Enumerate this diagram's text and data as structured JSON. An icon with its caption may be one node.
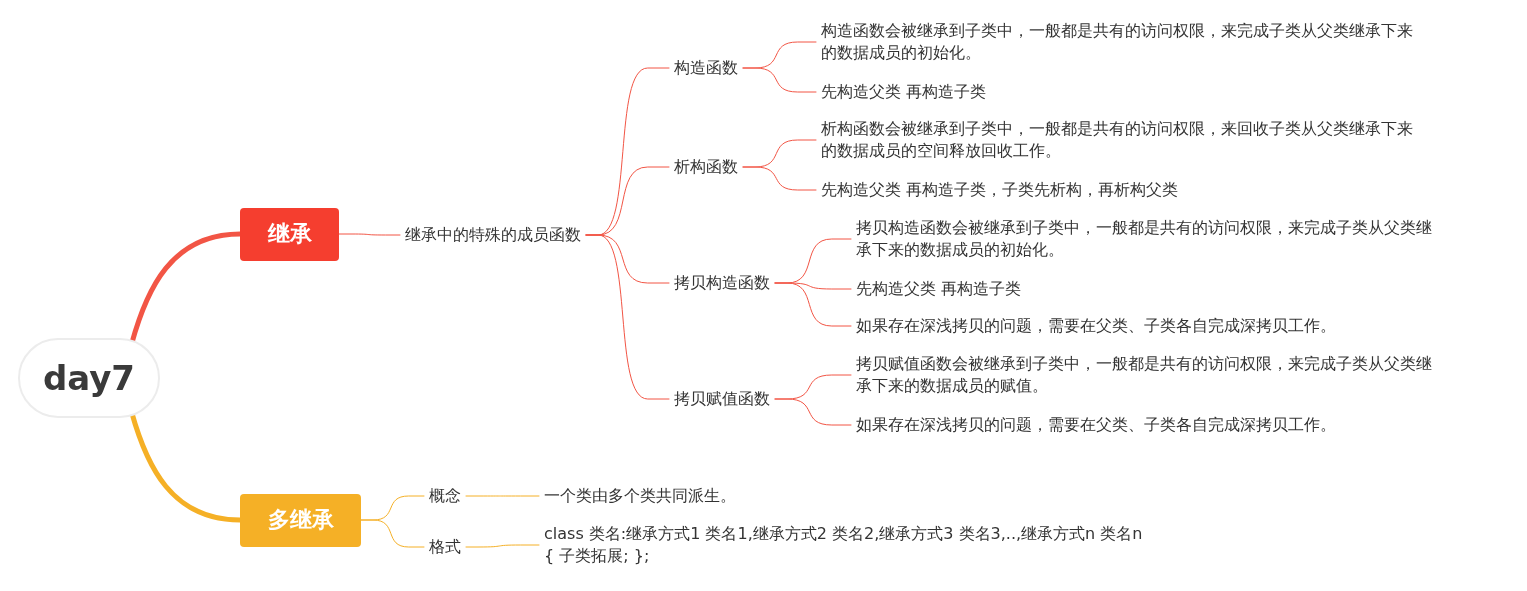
{
  "diagram": {
    "nodes": [
      {
        "text": [
          "day7"
        ]
      },
      {
        "text": [
          "继承"
        ]
      },
      {
        "text": [
          "继承中的特殊的成员函数"
        ]
      },
      {
        "text": [
          "构造函数"
        ]
      },
      {
        "text": [
          "构造函数会被继承到子类中，一般都是共有的访问权限，来完成子类从父类继承下来的数据成员的初始化。"
        ]
      },
      {
        "text": [
          "先构造父类 再构造子类"
        ]
      },
      {
        "text": [
          "析构函数"
        ]
      },
      {
        "text": [
          "析构函数会被继承到子类中，一般都是共有的访问权限，来回收子类从父类继承下来的数据成员的空间释放回收工作。"
        ]
      },
      {
        "text": [
          "先构造父类 再构造子类，子类先析构，再析构父类"
        ]
      },
      {
        "text": [
          "拷贝构造函数"
        ]
      },
      {
        "text": [
          "拷贝构造函数会被继承到子类中，一般都是共有的访问权限，来完成子类从父类继承下来的数据成员的初始化。"
        ]
      },
      {
        "text": [
          "先构造父类 再构造子类"
        ]
      },
      {
        "text": [
          "如果存在深浅拷贝的问题，需要在父类、子类各自完成深拷贝工作。"
        ]
      },
      {
        "text": [
          "拷贝赋值函数"
        ]
      },
      {
        "text": [
          "拷贝赋值函数会被继承到子类中，一般都是共有的访问权限，来完成子类从父类继承下来的数据成员的赋值。"
        ]
      },
      {
        "text": [
          "如果存在深浅拷贝的问题，需要在父类、子类各自完成深拷贝工作。"
        ]
      },
      {
        "text": [
          "多继承"
        ]
      },
      {
        "text": [
          "概念"
        ]
      },
      {
        "text": [
          "一个类由多个类共同派生。"
        ]
      },
      {
        "text": [
          "格式"
        ]
      },
      {
        "text": [
          "class 类名:继承方式1 类名1,继承方式2 类名2,继承方式3 类名3,..,继承方式n 类名n",
          "{ 子类拓展; };"
        ]
      }
    ],
    "edges": [
      {
        "from": 0,
        "to": 1,
        "arrow": "none",
        "style": "thick"
      },
      {
        "from": 1,
        "to": 2,
        "arrow": "none"
      },
      {
        "from": 2,
        "to": 3,
        "arrow": "none"
      },
      {
        "from": 2,
        "to": 6,
        "arrow": "none"
      },
      {
        "from": 2,
        "to": 9,
        "arrow": "none"
      },
      {
        "from": 2,
        "to": 13,
        "arrow": "none"
      },
      {
        "from": 3,
        "to": 4,
        "arrow": "none"
      },
      {
        "from": 3,
        "to": 5,
        "arrow": "none"
      },
      {
        "from": 6,
        "to": 7,
        "arrow": "none"
      },
      {
        "from": 6,
        "to": 8,
        "arrow": "none"
      },
      {
        "from": 9,
        "to": 10,
        "arrow": "none"
      },
      {
        "from": 9,
        "to": 11,
        "arrow": "none"
      },
      {
        "from": 9,
        "to": 12,
        "arrow": "none"
      },
      {
        "from": 13,
        "to": 14,
        "arrow": "none"
      },
      {
        "from": 13,
        "to": 15,
        "arrow": "none"
      },
      {
        "from": 0,
        "to": 16,
        "arrow": "none",
        "style": "thick",
        "color": "#f5b026"
      },
      {
        "from": 16,
        "to": 17,
        "arrow": "none",
        "color": "#f5b026"
      },
      {
        "from": 16,
        "to": 19,
        "arrow": "none",
        "color": "#f5b026"
      },
      {
        "from": 17,
        "to": 18,
        "arrow": "none",
        "color": "#f5b026"
      },
      {
        "from": 19,
        "to": 20,
        "arrow": "none",
        "color": "#f5b026"
      }
    ]
  }
}
